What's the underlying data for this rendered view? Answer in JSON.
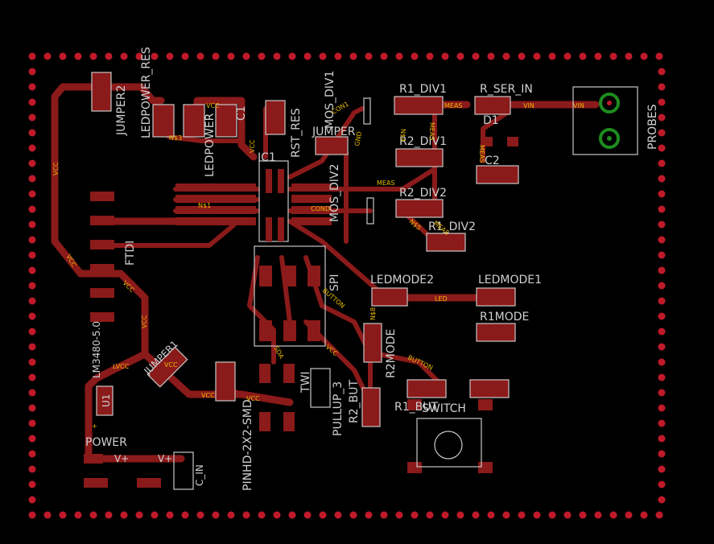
{
  "colors": {
    "background": "#000000",
    "copper": "#8b1a1a",
    "silkscreen": "#d0d0d0",
    "net_label": "#e6b800",
    "frame_dots": "#c01a2a",
    "via_ring": "#1e8c1e"
  },
  "components": {
    "jumper2": "JUMPER2",
    "ledpower_res": "LEDPOWER_RES",
    "ledpower": "LEDPOWER",
    "c1": "C1",
    "ic1": "IC1",
    "rst_res": "RST_RES",
    "mos_div1": "MOS_DIV1",
    "mos_div2": "MOS_DIV2",
    "jumper": "JUMPER",
    "r1_div1": "R1_DIV1",
    "r2_div1": "R2_DIV1",
    "r_ser_in": "R_SER_IN",
    "d1": "D1",
    "c2": "C2",
    "r2_div2": "R2_DIV2",
    "r1_div2": "R1_DIV2",
    "probes": "PROBES",
    "ftdi": "FTDI",
    "spi": "SPI",
    "ledmode2": "LEDMODE2",
    "ledmode1": "LEDMODE1",
    "r1mode": "R1MODE",
    "r2mode": "R2MODE",
    "lm3480": "LM3480-5.0",
    "u1": "U1",
    "jumper1": "JUMPER1",
    "pinhd": "PINHD-2X2-SMD",
    "twi": "TWI",
    "pullup3": "PULLUP_3",
    "r2_but": "R2_BUT",
    "r1_but": "R1_BUT",
    "switch": "SWITCH",
    "power": "POWER",
    "c_in": "C_IN"
  },
  "nets": {
    "vcc": "VCC",
    "n33": "N$3",
    "n31": "N$1",
    "n34": "N$4",
    "n35": "N$5",
    "n38": "N$8",
    "meas": "MEAS",
    "vin": "VIN",
    "con1": "CON1",
    "cond": "COND",
    "gnd": "GND",
    "led": "LED",
    "button": "BUTTON",
    "sda": "SDA",
    "lvcc": "LVCC",
    "vplus": "V+",
    "pin_plus": "+"
  }
}
